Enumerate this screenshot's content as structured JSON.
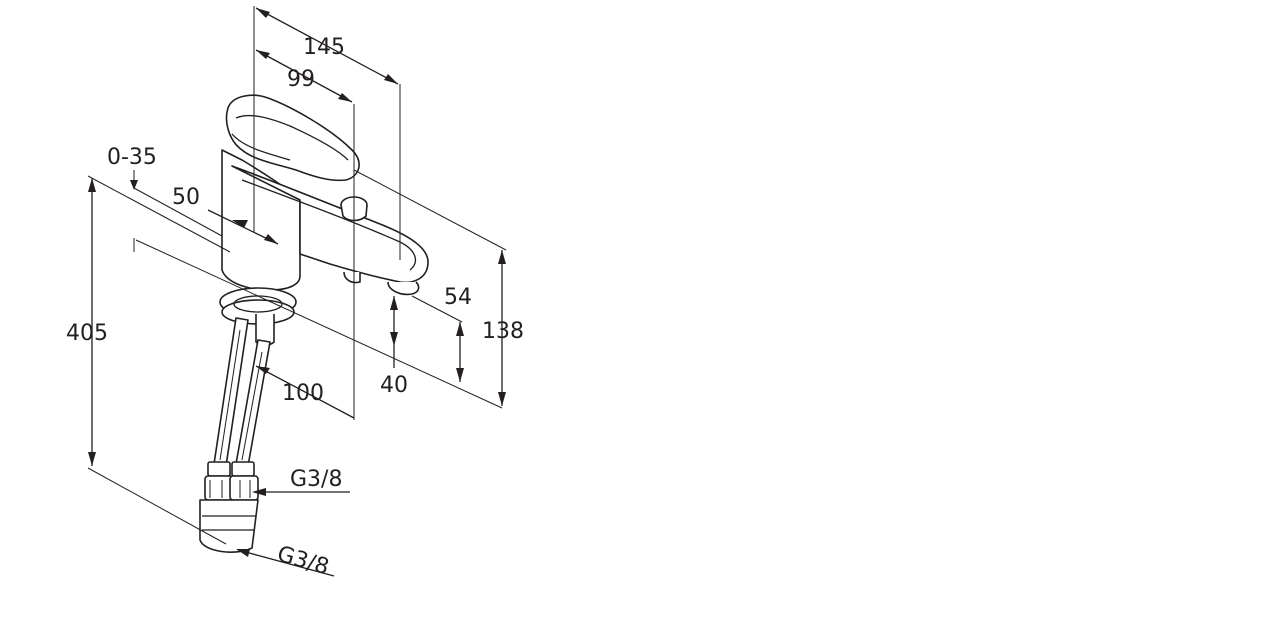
{
  "figure": {
    "subject": "single-lever basin mixer tap",
    "dimensions": {
      "top_width_145": "145",
      "spout_99": "99",
      "offset_0_35": "0-35",
      "base_50": "50",
      "height_405": "405",
      "spout_height_54": "54",
      "total_height_138": "138",
      "clearance_40": "40",
      "depth_100": "100",
      "thread_upper": "G3/8",
      "thread_lower": "G3/8"
    },
    "colors": {
      "line": "#231f20",
      "background": "#ffffff"
    }
  }
}
